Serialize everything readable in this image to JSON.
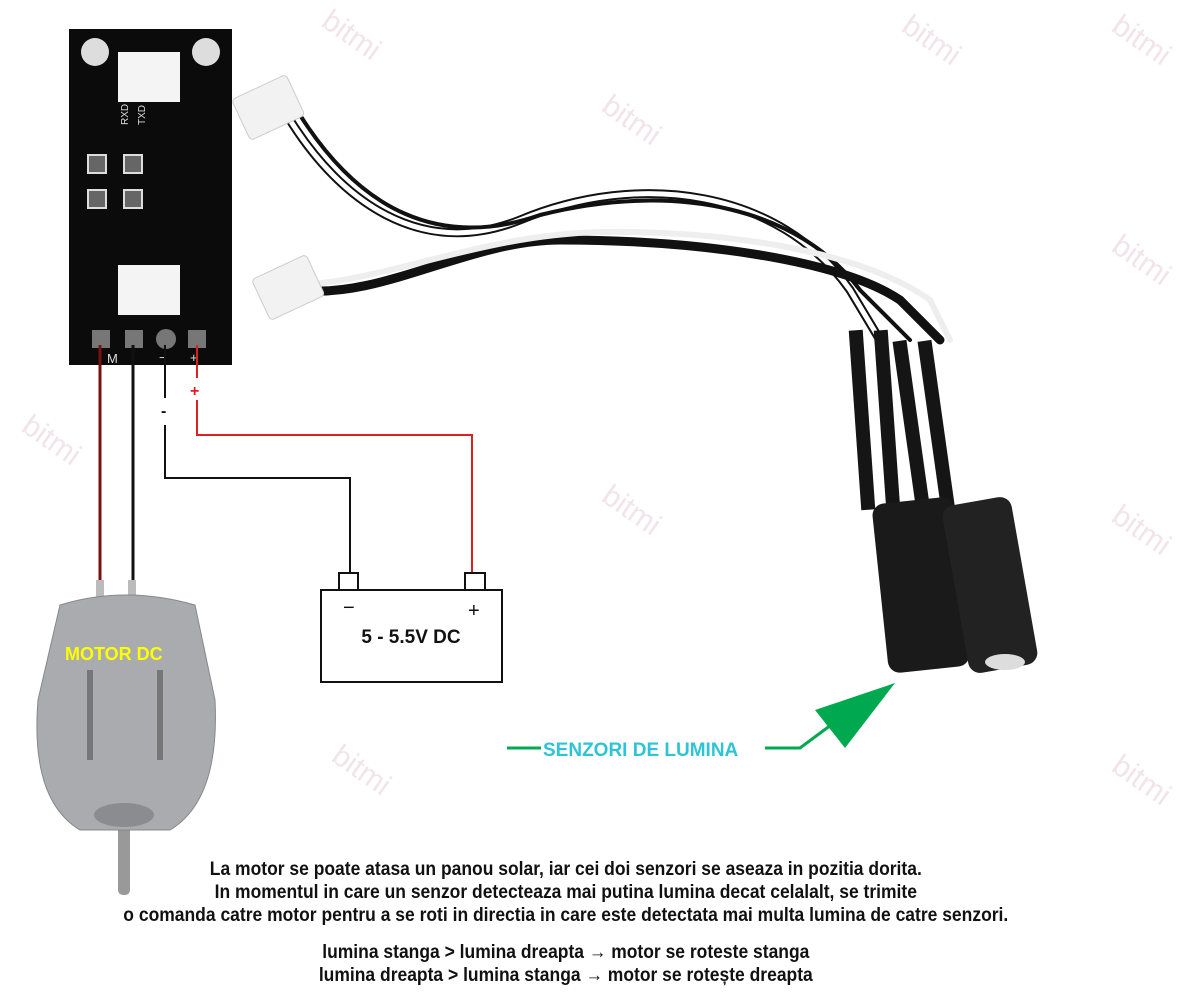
{
  "watermark": "bitmi",
  "board": {
    "labels": {
      "rxd": "RXD",
      "txd": "TXD",
      "motor": "M",
      "minus": "−",
      "plus": "+"
    }
  },
  "wires": {
    "minus_label": "-",
    "plus_label": "+"
  },
  "motor": {
    "label": "MOTOR DC"
  },
  "battery": {
    "minus": "−",
    "plus": "+",
    "label": "5 - 5.5V DC"
  },
  "sensors": {
    "label": "SENZORI DE LUMINA"
  },
  "description": [
    "La motor se poate atasa un panou solar, iar cei doi senzori se aseaza in pozitia dorita.",
    "In momentul in care un senzor detecteaza mai putina lumina decat celalalt, se trimite",
    "o comanda catre motor pentru a se roti in directia in care este detectata mai multa lumina de catre senzori."
  ],
  "rules": [
    "lumina stanga > lumina dreapta → motor se roteste stanga",
    "lumina dreapta > lumina stanga → motor se rotește dreapta"
  ],
  "colors": {
    "red_wire": "#e02020",
    "dark_red_wire": "#7a1010",
    "green_arrow": "#00a84f",
    "sensor_label": "#2ec4d6",
    "motor_label": "#ffff00"
  }
}
